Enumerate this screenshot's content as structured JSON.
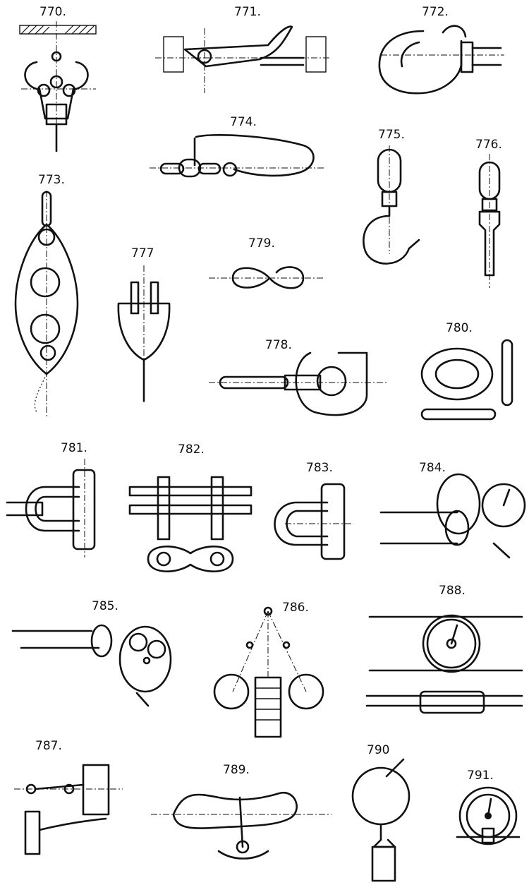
{
  "figures": [
    {
      "id": "f770",
      "number": "770."
    },
    {
      "id": "f771",
      "number": "771."
    },
    {
      "id": "f772",
      "number": "772."
    },
    {
      "id": "f773",
      "number": "773."
    },
    {
      "id": "f774",
      "number": "774."
    },
    {
      "id": "f775",
      "number": "775."
    },
    {
      "id": "f776",
      "number": "776."
    },
    {
      "id": "f777",
      "number": "777"
    },
    {
      "id": "f778",
      "number": "778."
    },
    {
      "id": "f779",
      "number": "779."
    },
    {
      "id": "f780",
      "number": "780."
    },
    {
      "id": "f781",
      "number": "781."
    },
    {
      "id": "f782",
      "number": "782."
    },
    {
      "id": "f783",
      "number": "783."
    },
    {
      "id": "f784",
      "number": "784."
    },
    {
      "id": "f785",
      "number": "785."
    },
    {
      "id": "f786",
      "number": "786."
    },
    {
      "id": "f787",
      "number": "787."
    },
    {
      "id": "f788",
      "number": "788."
    },
    {
      "id": "f789",
      "number": "789."
    },
    {
      "id": "f790",
      "number": "790"
    },
    {
      "id": "f791",
      "number": "791."
    }
  ]
}
